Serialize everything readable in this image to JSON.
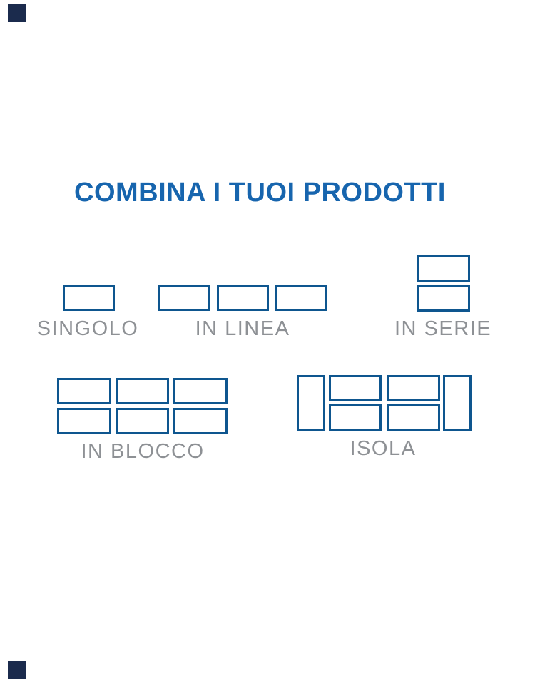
{
  "page": {
    "title": "COMBINA I TUOI PRODOTTI",
    "colors": {
      "background": "#FFFFFF",
      "title_blue": "#1765AE",
      "outline_blue": "#0E568F",
      "label_gray": "#8E9195",
      "corner_navy": "#1B2B4D"
    }
  },
  "layouts": [
    {
      "label": "SINGOLO",
      "units": 1
    },
    {
      "label": "IN LINEA",
      "units": 3
    },
    {
      "label": "IN SERIE",
      "units": 2
    },
    {
      "label": "IN BLOCCO",
      "units": 6
    },
    {
      "label": "ISOLA",
      "units": 6
    }
  ]
}
